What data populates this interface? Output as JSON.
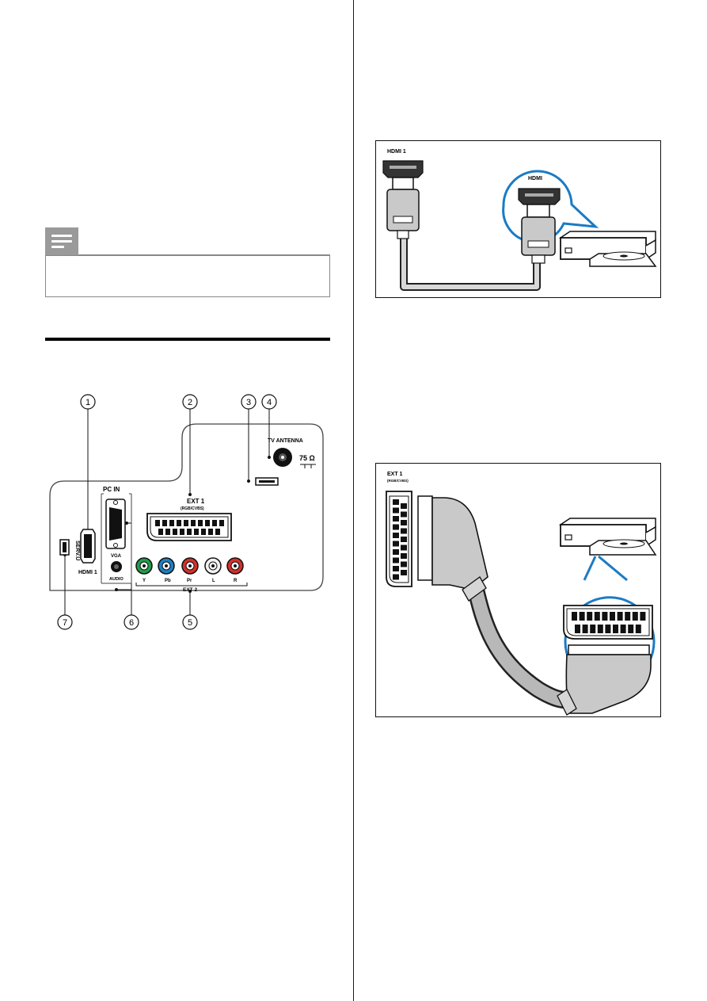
{
  "note": {
    "icon": "note-icon"
  },
  "rear_panel": {
    "callouts": [
      "1",
      "2",
      "3",
      "4",
      "5",
      "6",
      "7"
    ],
    "labels": {
      "pc_in": "PC IN",
      "ext1": "EXT 1",
      "ext1_sub": "(RGB/CVBS)",
      "tv_antenna": "TV ANTENNA",
      "ohm": "75 Ω",
      "vga": "VGA",
      "audio": "AUDIO",
      "hdmi1": "HDMI 1",
      "servu": "SERV.U",
      "ext2": "EXT 2",
      "y": "Y",
      "pb": "Pb",
      "pr": "Pr",
      "l": "L",
      "r": "R"
    },
    "jack_colors": [
      "#1e9e4a",
      "#1d7fc4",
      "#d2302c",
      "#f2f2f2",
      "#d2302c"
    ]
  },
  "hdmi_diagram": {
    "port_label": "HDMI 1",
    "device_label": "HDMI"
  },
  "scart_diagram": {
    "port_label": "EXT 1",
    "port_sub": "(RGB/CVBS)"
  }
}
